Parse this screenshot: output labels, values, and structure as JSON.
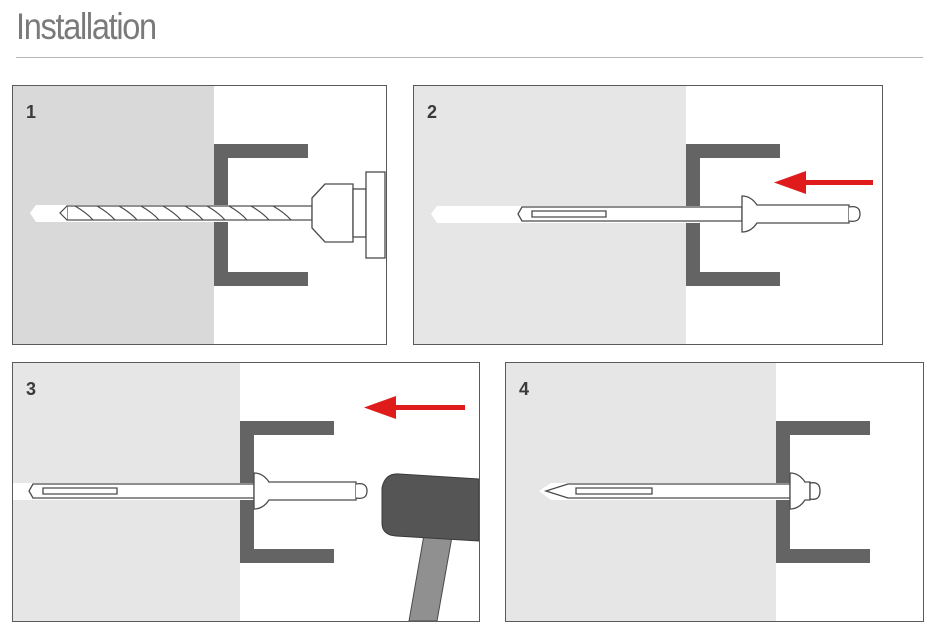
{
  "title": "Installation",
  "colors": {
    "wall_dark": "#d9d9d9",
    "wall_light": "#e6e6e6",
    "profile": "#646464",
    "arrow": "#e01b1b",
    "hammer_head": "#555555",
    "hammer_handle": "#909090",
    "outline": "#4a4a4a"
  },
  "steps": [
    {
      "number": "1",
      "action": "drill"
    },
    {
      "number": "2",
      "action": "insert"
    },
    {
      "number": "3",
      "action": "hammer"
    },
    {
      "number": "4",
      "action": "installed"
    }
  ]
}
